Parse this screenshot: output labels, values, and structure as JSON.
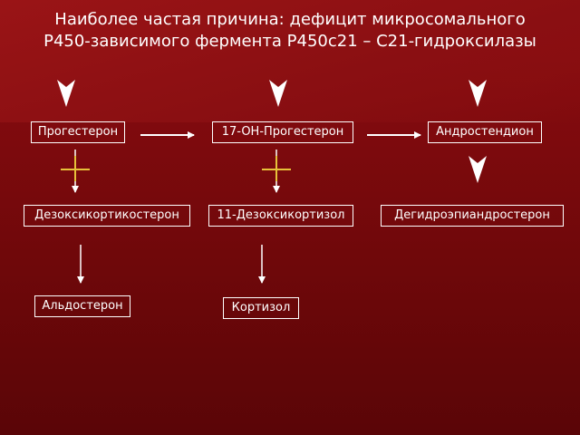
{
  "title": {
    "line1": "Наиболее частая причина: дефицит микросомального",
    "line2": "Р450-зависимого фермента Р450с21 – С21-гидроксилазы"
  },
  "nodes": {
    "progesterone": "Прогестерон",
    "oh_progesterone": "17-OH-Прогестерон",
    "androstenedione": "Андростендион",
    "deoxycorticosterone": "Дезоксикортикостерон",
    "deoxycortisol": "11-Дезоксикортизол",
    "dhea": "Дегидроэпиандростерон",
    "aldosterone": "Альдостерон",
    "cortisol": "Кортизол"
  },
  "colors": {
    "background": "#7c0a0d",
    "text": "#ffffff",
    "block_mark": "#e6c23a"
  },
  "icons": {
    "input_arrow": "chevron-down-icon",
    "block_mark": "blocked-step-icon"
  }
}
